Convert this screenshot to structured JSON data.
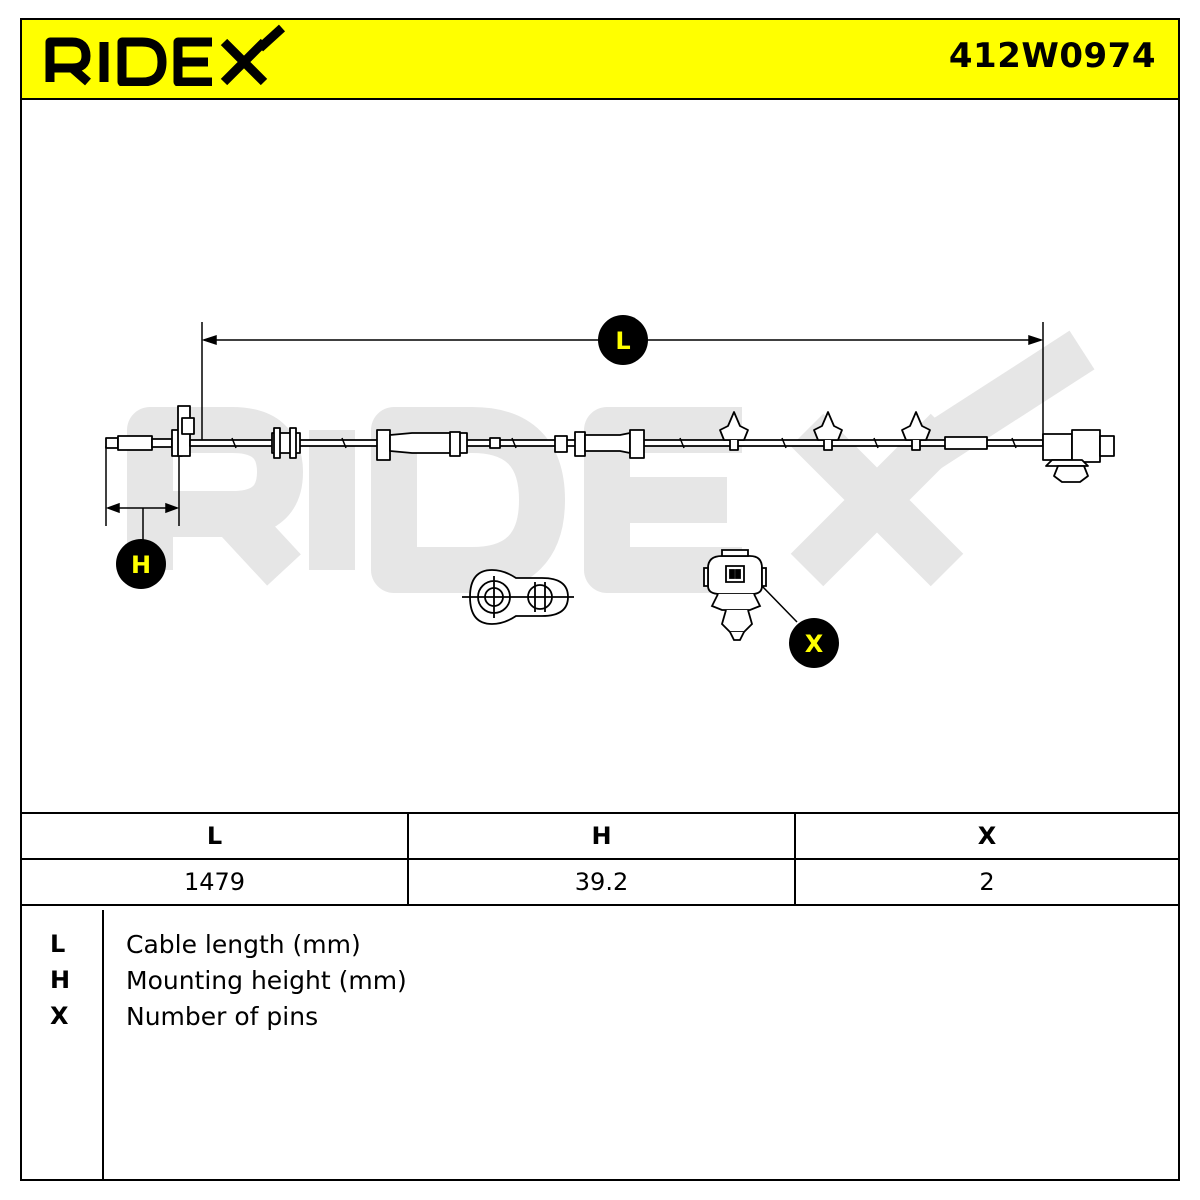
{
  "brand": {
    "name": "RIDEX",
    "accent": "#ffff00"
  },
  "part_number": "412W0974",
  "drawing": {
    "dimension_labels": {
      "length": "L",
      "height": "H",
      "pins": "X"
    },
    "watermark": "RIDEX"
  },
  "table": {
    "headers": [
      "L",
      "H",
      "X"
    ],
    "values": [
      "1479",
      "39.2",
      "2"
    ]
  },
  "legend": [
    {
      "key": "L",
      "text": "Cable length (mm)"
    },
    {
      "key": "H",
      "text": "Mounting height (mm)"
    },
    {
      "key": "X",
      "text": "Number of pins"
    }
  ]
}
